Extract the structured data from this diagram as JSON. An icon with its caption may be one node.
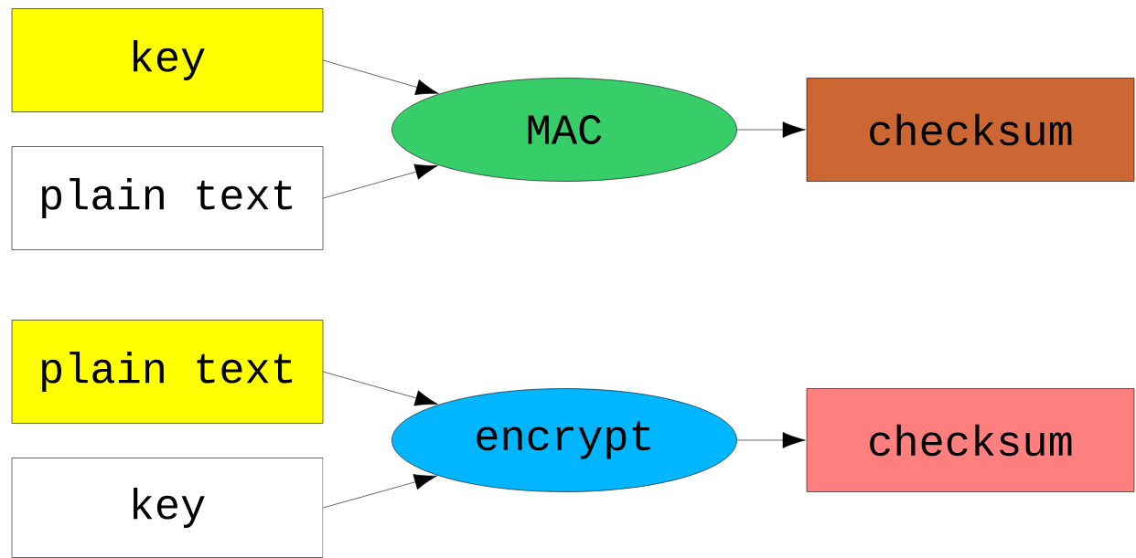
{
  "diagram": {
    "nodes": [
      {
        "text": [
          "key"
        ]
      },
      {
        "text": [
          "plain text"
        ]
      },
      {
        "text": [
          "MAC"
        ]
      },
      {
        "text": [
          "checksum"
        ]
      },
      {
        "text": [
          "plain text"
        ]
      },
      {
        "text": [
          "key"
        ]
      },
      {
        "text": [
          "encrypt"
        ]
      },
      {
        "text": [
          "checksum"
        ]
      }
    ],
    "edges": [
      {
        "from": 0,
        "to": 2,
        "arrow": "to"
      },
      {
        "from": 1,
        "to": 2,
        "arrow": "to"
      },
      {
        "from": 2,
        "to": 3,
        "arrow": "to"
      },
      {
        "from": 4,
        "to": 6,
        "arrow": "to"
      },
      {
        "from": 5,
        "to": 6,
        "arrow": "to"
      },
      {
        "from": 6,
        "to": 7,
        "arrow": "to"
      }
    ]
  }
}
